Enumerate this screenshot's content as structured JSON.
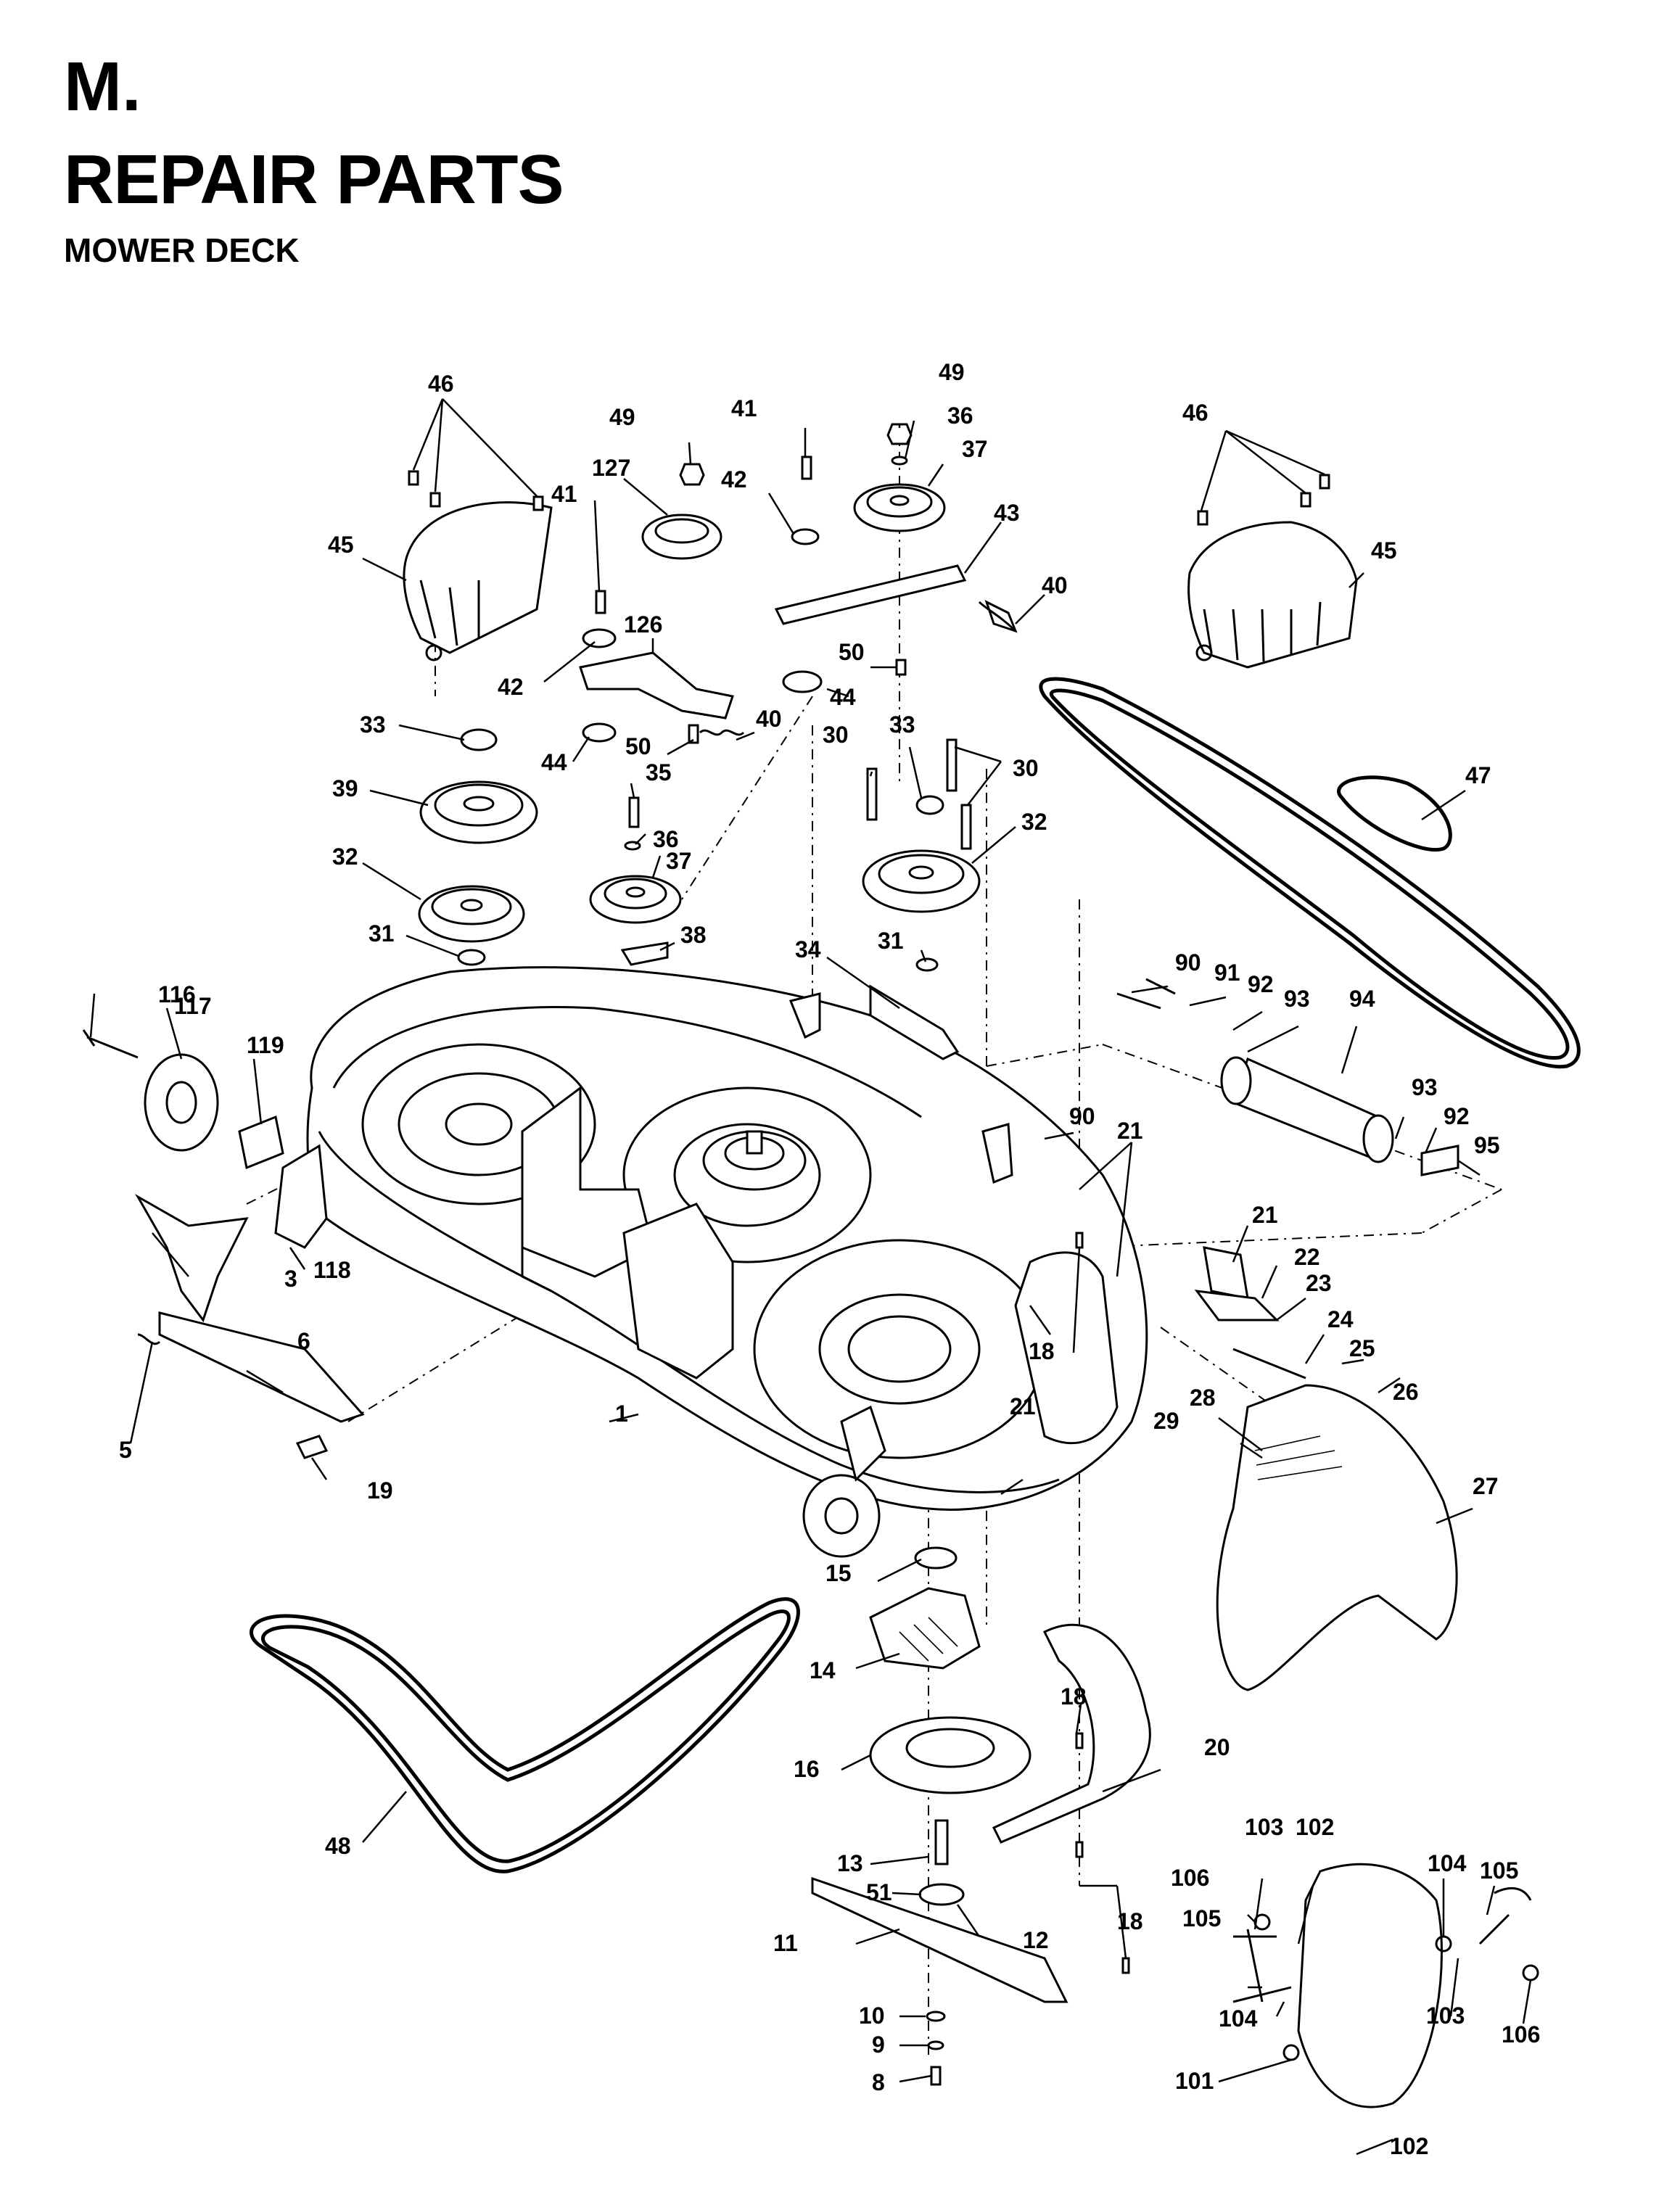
{
  "header": {
    "section_letter": "M.",
    "title": "REPAIR PARTS",
    "subtitle": "MOWER DECK"
  },
  "part_labels": {
    "p1": "1",
    "p3": "3",
    "p5": "5",
    "p6": "6",
    "p8": "8",
    "p9": "9",
    "p10": "10",
    "p11": "11",
    "p12": "12",
    "p13": "13",
    "p14": "14",
    "p15": "15",
    "p16": "16",
    "p18a": "18",
    "p18b": "18",
    "p18c": "18",
    "p19": "19",
    "p20": "20",
    "p21a": "21",
    "p21b": "21",
    "p21c": "21",
    "p22": "22",
    "p23": "23",
    "p24": "24",
    "p25": "25",
    "p26": "26",
    "p27": "27",
    "p28": "28",
    "p29": "29",
    "p30a": "30",
    "p30b": "30",
    "p31a": "31",
    "p31b": "31",
    "p32a": "32",
    "p32b": "32",
    "p33a": "33",
    "p33b": "33",
    "p34": "34",
    "p35": "35",
    "p36a": "36",
    "p36b": "36",
    "p37a": "37",
    "p37b": "37",
    "p38": "38",
    "p39": "39",
    "p40a": "40",
    "p40b": "40",
    "p41a": "41",
    "p41b": "41",
    "p42a": "42",
    "p42b": "42",
    "p43": "43",
    "p44a": "44",
    "p44b": "44",
    "p45a": "45",
    "p45b": "45",
    "p46a": "46",
    "p46b": "46",
    "p47": "47",
    "p48": "48",
    "p49a": "49",
    "p49b": "49",
    "p50a": "50",
    "p50b": "50",
    "p51": "51",
    "p90a": "90",
    "p90b": "90",
    "p91": "91",
    "p92a": "92",
    "p92b": "92",
    "p93a": "93",
    "p93b": "93",
    "p94": "94",
    "p95": "95",
    "p101": "101",
    "p102a": "102",
    "p102b": "102",
    "p103a": "103",
    "p103b": "103",
    "p104a": "104",
    "p104b": "104",
    "p105a": "105",
    "p105b": "105",
    "p106a": "106",
    "p106b": "106",
    "p116": "116",
    "p117": "117",
    "p118": "118",
    "p119": "119",
    "p126": "126",
    "p127": "127"
  }
}
